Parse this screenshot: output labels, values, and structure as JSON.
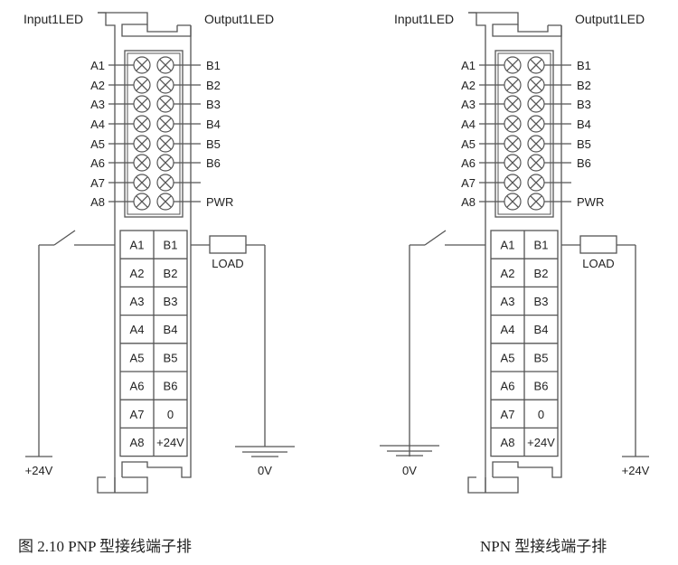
{
  "figure": {
    "diagrams": [
      {
        "id": "pnp",
        "input_led_label": "Input1LED",
        "output_led_label": "Output1LED",
        "led_left_labels": [
          "A1",
          "A2",
          "A3",
          "A4",
          "A5",
          "A6",
          "A7",
          "A8"
        ],
        "led_right_labels": [
          "B1",
          "B2",
          "B3",
          "B4",
          "B5",
          "B6",
          "",
          "PWR"
        ],
        "terminals": [
          [
            "A1",
            "B1"
          ],
          [
            "A2",
            "B2"
          ],
          [
            "A3",
            "B3"
          ],
          [
            "A4",
            "B4"
          ],
          [
            "A5",
            "B5"
          ],
          [
            "A6",
            "B6"
          ],
          [
            "A7",
            "0"
          ],
          [
            "A8",
            "+24V"
          ]
        ],
        "load_label": "LOAD",
        "switch_supply_label": "+24V",
        "switch_supply_symbol": "terminal-bar",
        "load_return_label": "0V",
        "load_return_symbol": "ground"
      },
      {
        "id": "npn",
        "input_led_label": "Input1LED",
        "output_led_label": "Output1LED",
        "led_left_labels": [
          "A1",
          "A2",
          "A3",
          "A4",
          "A5",
          "A6",
          "A7",
          "A8"
        ],
        "led_right_labels": [
          "B1",
          "B2",
          "B3",
          "B4",
          "B5",
          "B6",
          "",
          "PWR"
        ],
        "terminals": [
          [
            "A1",
            "B1"
          ],
          [
            "A2",
            "B2"
          ],
          [
            "A3",
            "B3"
          ],
          [
            "A4",
            "B4"
          ],
          [
            "A5",
            "B5"
          ],
          [
            "A6",
            "B6"
          ],
          [
            "A7",
            "0"
          ],
          [
            "A8",
            "+24V"
          ]
        ],
        "load_label": "LOAD",
        "switch_supply_label": "0V",
        "switch_supply_symbol": "ground",
        "load_return_label": "+24V",
        "load_return_symbol": "terminal-bar"
      }
    ],
    "captions": {
      "left": "图  2.10 PNP 型接线端子排",
      "right": "NPN 型接线端子排"
    },
    "colors": {
      "line": "#555555",
      "text": "#222222",
      "background": "#ffffff"
    }
  }
}
